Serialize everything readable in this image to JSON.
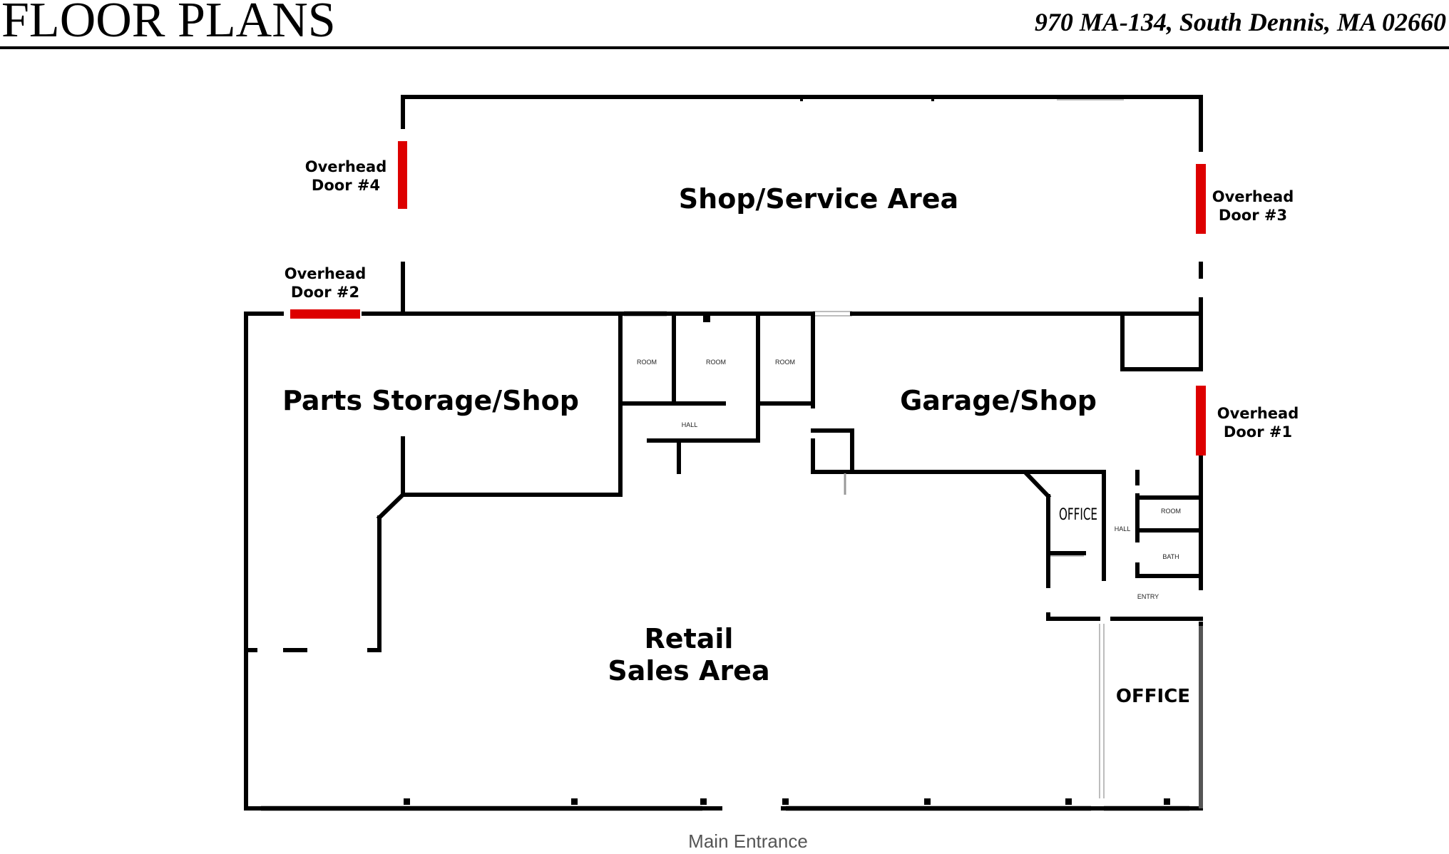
{
  "header": {
    "title": "FLOOR PLANS",
    "address": "970 MA-134, South Dennis, MA 02660"
  },
  "rooms": {
    "shop_service": "Shop/Service Area",
    "parts_storage": "Parts Storage/Shop",
    "garage_shop": "Garage/Shop",
    "retail_line1": "Retail",
    "retail_line2": "Sales Area",
    "office_large": "OFFICE",
    "office_small": "OFFICE"
  },
  "small_rooms": {
    "room_1": "ROOM",
    "room_2": "ROOM",
    "room_3": "ROOM",
    "room_4": "ROOM",
    "hall_1": "HALL",
    "hall_2": "HALL",
    "bath": "BATH",
    "entry": "ENTRY"
  },
  "doors": {
    "door1_line1": "Overhead",
    "door1_line2": "Door #1",
    "door2_line1": "Overhead",
    "door2_line2": "Door #2",
    "door3_line1": "Overhead",
    "door3_line2": "Door #3",
    "door4_line1": "Overhead",
    "door4_line2": "Door #4"
  },
  "entrance": "Main Entrance",
  "colors": {
    "wall": "#000000",
    "overhead_door": "#dd0000",
    "window": "#cccccc"
  }
}
